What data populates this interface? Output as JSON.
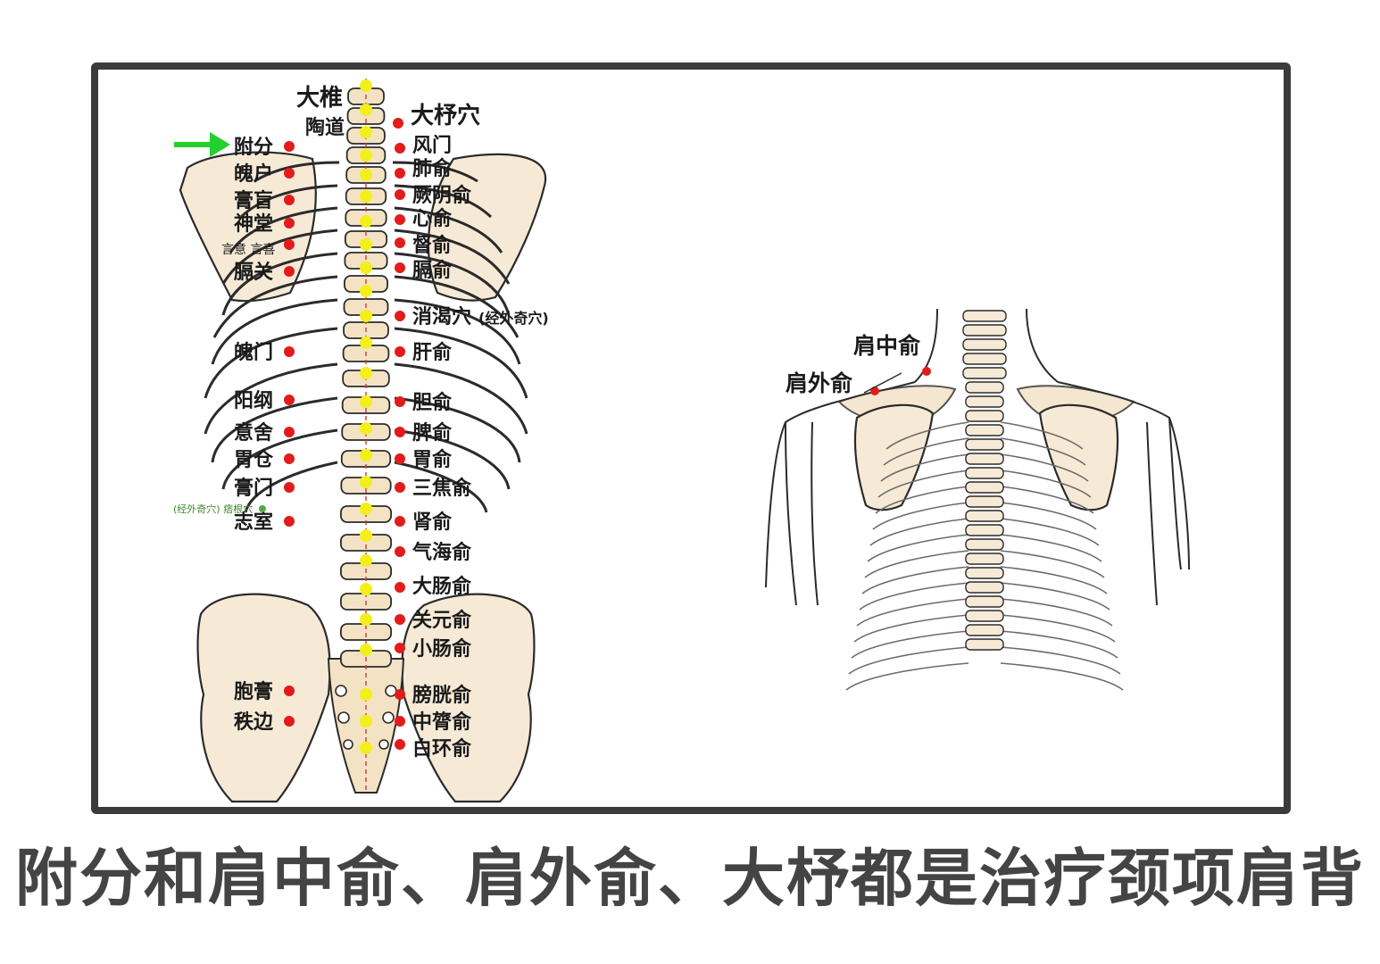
{
  "colors": {
    "acupoint": "#e31b1b",
    "spine_point": "#f3ef1a",
    "arrow": "#22d12e",
    "extra_point": "#5aa64a",
    "midline": "#d33a3a",
    "frame": "#3b3b3b",
    "caption": "#444444"
  },
  "left_panel": {
    "spine_top": [
      "大椎",
      "陶道"
    ],
    "right_points": [
      "大杼穴",
      "风门",
      "肺俞",
      "厥阴俞",
      "心俞",
      "督俞",
      "膈俞",
      "消渴穴",
      "肝俞",
      "胆俞",
      "脾俞",
      "胃俞",
      "三焦俞",
      "肾俞",
      "气海俞",
      "大肠俞",
      "关元俞",
      "小肠俞",
      "膀胱俞",
      "中膂俞",
      "白环俞"
    ],
    "extra_note": "(经外奇穴)",
    "left_points": [
      "附分",
      "魄户",
      "膏盲",
      "神堂",
      "膈关",
      "魄门",
      "阳纲",
      "意舍",
      "胃仓",
      "膏门",
      "志室",
      "胞膏",
      "秩边"
    ],
    "small_pair": "言意 言喜",
    "extra_left_label": "(经外奇穴) 痞根穴",
    "arrow_icon": "arrow-right-icon"
  },
  "right_panel": {
    "points": [
      "肩中俞",
      "肩外俞"
    ]
  },
  "caption": "附分和肩中俞、肩外俞、大杼都是治疗颈项肩背"
}
